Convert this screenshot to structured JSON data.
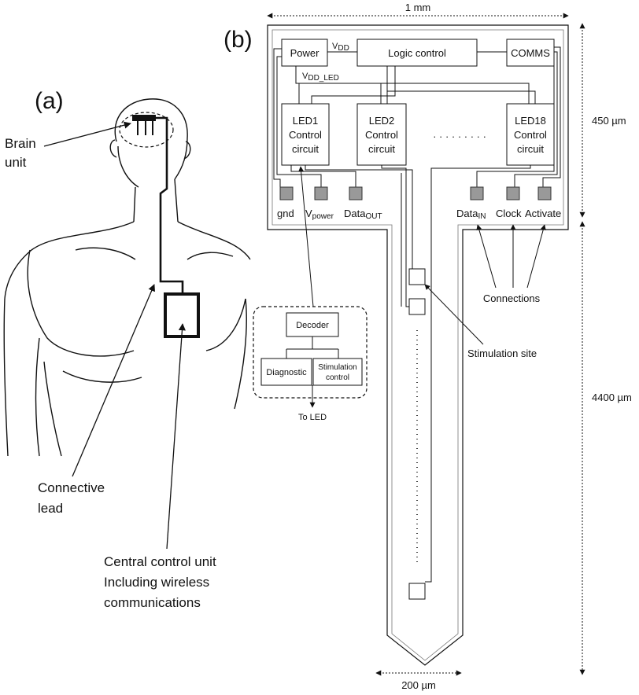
{
  "panels": {
    "a": "(a)",
    "b": "(b)"
  },
  "body_figure": {
    "brain_unit_line1": "Brain",
    "brain_unit_line2": "unit",
    "lead_line1": "Connective",
    "lead_line2": "lead",
    "ccu_line1": "Central control unit",
    "ccu_line2": "Including wireless",
    "ccu_line3": "communications"
  },
  "chip": {
    "width_dim": "1 mm",
    "height_top_dim": "450 µm",
    "height_shank_dim": "4400 µm",
    "shank_width_dim": "200 µm",
    "power": "Power",
    "vdd": "V",
    "vdd_sub": "DD",
    "vdd_led": "V",
    "vdd_led_sub": "DD_LED",
    "logic": "Logic control",
    "comms": "COMMS",
    "ellipsis": "· · · · · · · · ·",
    "led_blocks": [
      {
        "line1": "LED1",
        "line2": "Control",
        "line3": "circuit"
      },
      {
        "line1": "LED2",
        "line2": "Control",
        "line3": "circuit"
      },
      {
        "line1": "LED18",
        "line2": "Control",
        "line3": "circuit"
      }
    ],
    "pads": {
      "gnd": "gnd",
      "vpower": "V",
      "vpower_sub": "power",
      "dataout": "Data",
      "dataout_sub": "OUT",
      "datain": "Data",
      "datain_sub": "IN",
      "clock": "Clock",
      "activate": "Activate"
    },
    "connections": "Connections",
    "stimulation_site": "Stimulation site"
  },
  "inset": {
    "decoder": "Decoder",
    "diagnostic": "Diagnostic",
    "stim_line1": "Stimulation",
    "stim_line2": "control",
    "to_led": "To LED"
  }
}
